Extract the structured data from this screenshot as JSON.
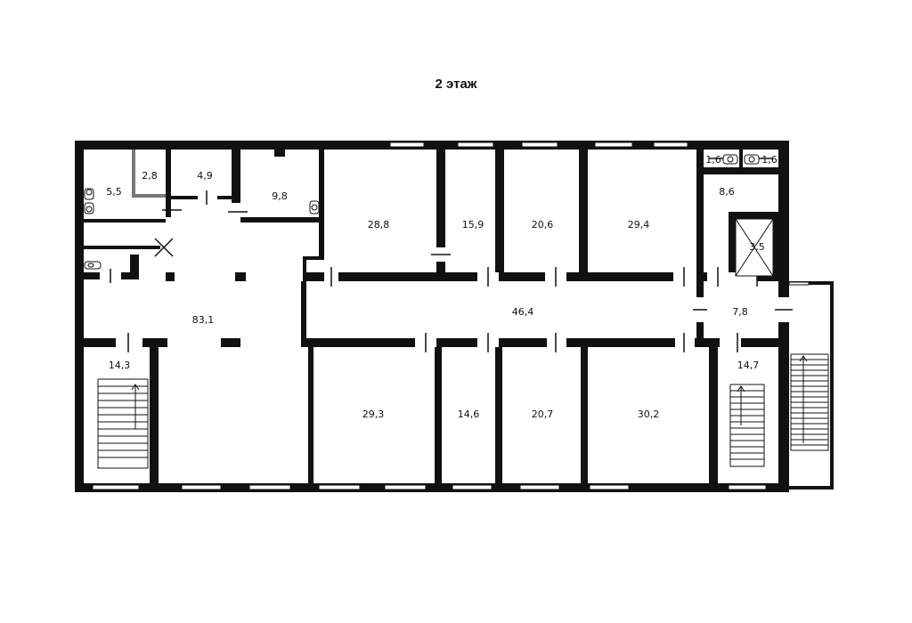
{
  "title": "2 этаж",
  "colors": {
    "wall": "#111111",
    "background": "#ffffff",
    "partition": "#777777"
  },
  "rooms": [
    {
      "id": "wc-left",
      "area": "5,5"
    },
    {
      "id": "closet",
      "area": "2,8"
    },
    {
      "id": "room-top-small",
      "area": "4,9"
    },
    {
      "id": "wc-middle",
      "area": "9,8"
    },
    {
      "id": "office-1",
      "area": "28,8"
    },
    {
      "id": "office-2",
      "area": "15,9"
    },
    {
      "id": "office-3",
      "area": "20,6"
    },
    {
      "id": "office-4",
      "area": "29,4"
    },
    {
      "id": "wc-right-1",
      "area": "1,6"
    },
    {
      "id": "wc-right-2",
      "area": "1,6"
    },
    {
      "id": "vestibule",
      "area": "8,6"
    },
    {
      "id": "elevator",
      "area": "3,5"
    },
    {
      "id": "hall",
      "area": "83,1"
    },
    {
      "id": "corridor",
      "area": "46,4"
    },
    {
      "id": "lobby-right",
      "area": "7,8"
    },
    {
      "id": "stair-left",
      "area": "14,3"
    },
    {
      "id": "office-5",
      "area": "29,3"
    },
    {
      "id": "office-6",
      "area": "14,6"
    },
    {
      "id": "office-7",
      "area": "20,7"
    },
    {
      "id": "office-8",
      "area": "30,2"
    },
    {
      "id": "stair-right",
      "area": "14,7"
    }
  ]
}
